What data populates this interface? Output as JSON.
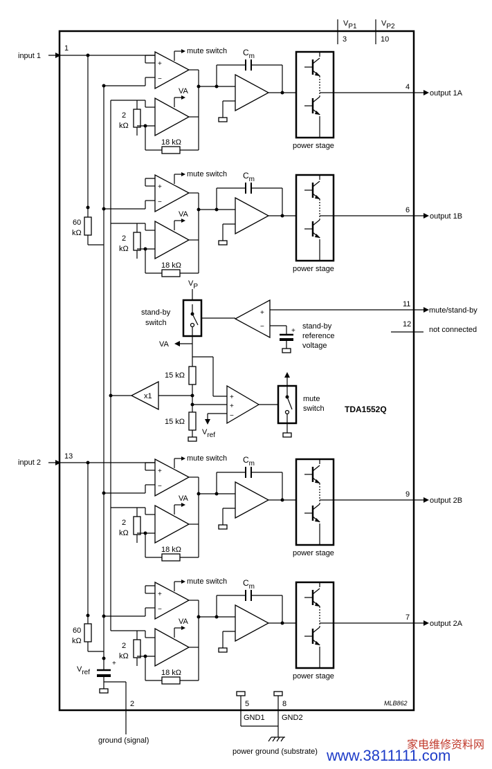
{
  "chip_name": "TDA1552Q",
  "drawing_code": "MLB862",
  "supply": {
    "vp1_label": "V",
    "vp1_sub": "P1",
    "vp1_pin": "3",
    "vp2_label": "V",
    "vp2_sub": "P2",
    "vp2_pin": "10"
  },
  "inputs": [
    {
      "label": "input 1",
      "pin": "1"
    },
    {
      "label": "input 2",
      "pin": "13"
    }
  ],
  "outputs": [
    {
      "label": "output 1A",
      "pin": "4"
    },
    {
      "label": "output 1B",
      "pin": "6"
    },
    {
      "label": "output 2B",
      "pin": "9"
    },
    {
      "label": "output 2A",
      "pin": "7"
    }
  ],
  "channel_labels": {
    "mute_switch": "mute switch",
    "va": "VA",
    "cap": "C",
    "cap_sub": "m",
    "r2": "2",
    "kohm": "kΩ",
    "r18": "18 kΩ",
    "power_stage": "power stage",
    "plus": "+",
    "minus": "−"
  },
  "bias": {
    "r60": "60",
    "kohm": "kΩ",
    "vref": "V",
    "vref_sub": "ref"
  },
  "standby": {
    "vp": "V",
    "vp_sub": "P",
    "switch_label_1": "stand-by",
    "switch_label_2": "switch",
    "va": "VA",
    "ref_1": "stand-by",
    "ref_2": "reference",
    "ref_3": "voltage",
    "pin11": "11",
    "pin11_label": "mute/stand-by",
    "pin12": "12",
    "pin12_label": "not connected"
  },
  "mute_block": {
    "r15_top": "15 kΩ",
    "r15_bot": "15 kΩ",
    "x1": "x1",
    "mute_1": "mute",
    "mute_2": "switch",
    "vref": "V",
    "vref_sub": "ref"
  },
  "grounds": {
    "pin2": "2",
    "signal": "ground (signal)",
    "pin5": "5",
    "gnd1": "GND1",
    "pin8": "8",
    "gnd2": "GND2",
    "power": "power ground (substrate)"
  },
  "watermark": {
    "url": "www.3811111.com",
    "cn": "家电维修资料网"
  }
}
